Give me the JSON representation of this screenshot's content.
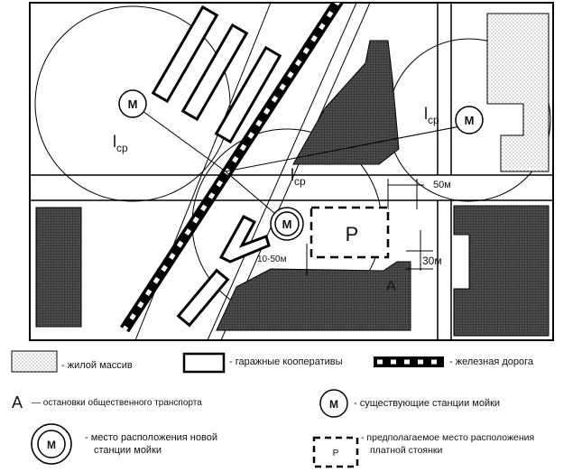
{
  "map": {
    "station_letter": "M",
    "distance_label": "l",
    "distance_subscript": "ср",
    "dist_50": "50м",
    "dist_30": "30м",
    "dist_10_50": "10-50м",
    "parking_letter": "P",
    "stop_letter": "A"
  },
  "legend": {
    "residential": "- жилой массив",
    "garages": "- гаражные кооперативы",
    "railway": "- железная дорога",
    "stop_symbol": "A",
    "stop_text": "— остановки общественного транспорта",
    "existing_symbol": "M",
    "existing_text": "- существующие станции мойки",
    "new_symbol": "M",
    "new_text_1": "- место расположения новой",
    "new_text_2": "станции мойки",
    "parking_symbol": "P",
    "parking_text_1": "- предполагаемое место расположения",
    "parking_text_2": "платной стоянки"
  }
}
